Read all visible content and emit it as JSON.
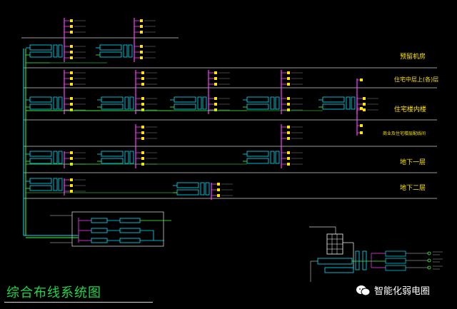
{
  "diagram": {
    "title": "综合布线系统图",
    "floor_labels": [
      {
        "id": "roof",
        "text": "预留机房"
      },
      {
        "id": "f_top",
        "text": "住宅中层上(各)层"
      },
      {
        "id": "f_res",
        "text": "住宅楼内楼"
      },
      {
        "id": "f_note",
        "text": "商业及住宅楼层配线间"
      },
      {
        "id": "b1",
        "text": "地下一层"
      },
      {
        "id": "b2",
        "text": "地下二层"
      }
    ],
    "watermark": "智能化弱电圈",
    "colors": {
      "floor_line": "#d0d0d0",
      "riser": "#ff40ff",
      "cable_cyan": "#00e5ff",
      "cable_green": "#40ff40",
      "outlet_yellow": "#ffe600",
      "title_green": "#1ed64a"
    }
  }
}
